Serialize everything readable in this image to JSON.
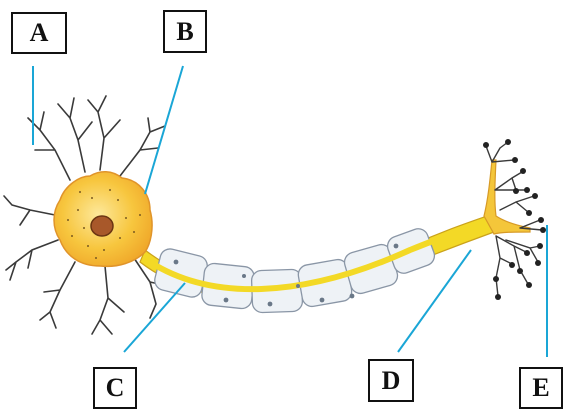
{
  "labels": {
    "a": "A",
    "b": "B",
    "c": "C",
    "d": "D",
    "e": "E"
  },
  "colors": {
    "leader_line": "#1aa6d6",
    "cell_body": "#f6c33a",
    "axon": "#f2dc22",
    "myelin": "#eef2f6",
    "dendrite": "#3a3a3a"
  }
}
